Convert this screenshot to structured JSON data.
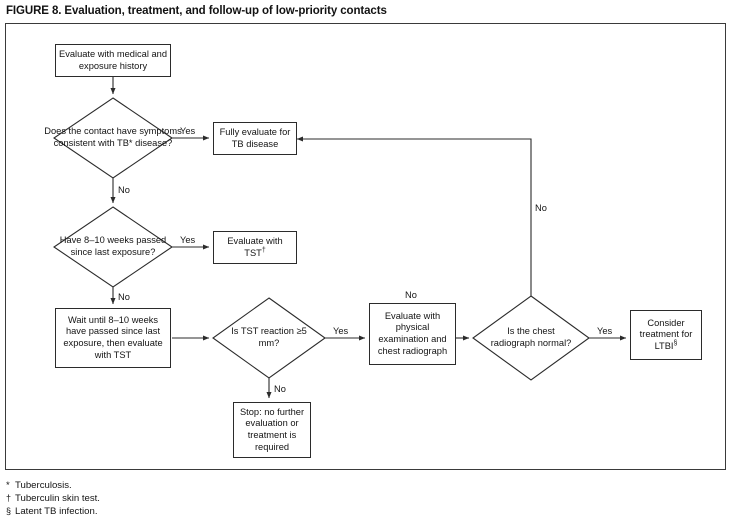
{
  "figure": {
    "title": "FIGURE 8. Evaluation, treatment, and follow-up of low-priority contacts",
    "line_color": "#2b2b2b",
    "text_color": "#141414",
    "background": "#ffffff"
  },
  "nodes": {
    "evaluate_history": {
      "type": "process",
      "text": "Evaluate with medical and exposure history"
    },
    "symptoms_decision": {
      "type": "decision",
      "text": "Does the contact have symptoms consistent with TB* disease?"
    },
    "fully_evaluate": {
      "type": "process",
      "text": "Fully evaluate for TB disease"
    },
    "weeks_decision": {
      "type": "decision",
      "text": "Have 8–10 weeks passed since last exposure?"
    },
    "evaluate_tst": {
      "type": "process",
      "text_main": "Evaluate with TST",
      "text_sup": "†"
    },
    "wait_until": {
      "type": "process",
      "text": "Wait until 8–10 weeks have passed since last exposure, then evaluate with TST"
    },
    "tst_reaction_decision": {
      "type": "decision",
      "text": "Is TST reaction ≥5 mm?"
    },
    "stop_no_further": {
      "type": "process",
      "text": "Stop: no further evaluation or treatment is required"
    },
    "physical_exam": {
      "type": "process",
      "text": "Evaluate with physical examination and chest radiograph"
    },
    "radiograph_decision": {
      "type": "decision",
      "text": "Is the chest radiograph normal?"
    },
    "consider_treatment": {
      "type": "process",
      "text_main": "Consider treatment for LTBI",
      "text_sup": "§"
    }
  },
  "edge_labels": {
    "symptoms_yes": "Yes",
    "symptoms_no": "No",
    "weeks_yes": "Yes",
    "weeks_no": "No",
    "tst_yes": "Yes",
    "tst_no": "No",
    "exam_no": "No",
    "radiograph_yes": "Yes",
    "radiograph_no": "No"
  },
  "footnotes": [
    {
      "mark": "*",
      "text": "Tuberculosis."
    },
    {
      "mark": "†",
      "text": "Tuberculin skin test."
    },
    {
      "mark": "§",
      "text": "Latent TB infection."
    }
  ]
}
